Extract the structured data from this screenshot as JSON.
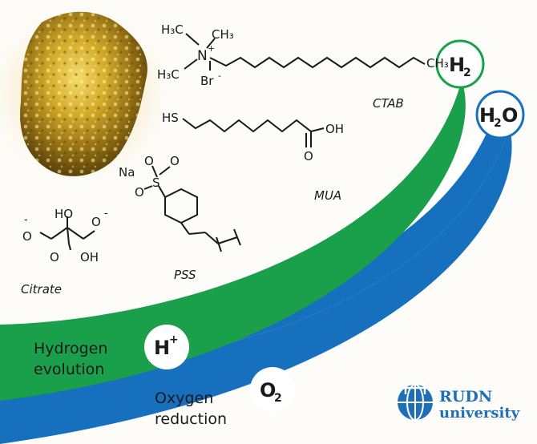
{
  "molecules": {
    "ctab": {
      "label": "CTAB",
      "h3c_top": "H₃C",
      "ch3_top": "CH₃",
      "h3c_left": "H₃C",
      "n_plus": "N",
      "plus": "+",
      "br": "Br",
      "minus": "-",
      "ch3_end": "CH₃"
    },
    "mua": {
      "label": "MUA",
      "sh": "HS",
      "oh": "OH",
      "o": "O"
    },
    "pss": {
      "label": "PSS",
      "na": "Na",
      "o1": "O",
      "o2": "O",
      "s": "S",
      "o3": "O"
    },
    "citrate": {
      "label": "Citrate",
      "ho": "HO",
      "oh": "OH",
      "o": "O"
    }
  },
  "ribbons": {
    "green": {
      "line1": "Hydrogen",
      "line2": "evolution",
      "color": "#1aa04a"
    },
    "blue": {
      "line1": "Oxygen",
      "line2": "reduction",
      "color": "#1670bd"
    }
  },
  "badges": {
    "h_plus": {
      "main": "H",
      "sup": "+"
    },
    "o2": {
      "main": "O",
      "sub": "2"
    },
    "h2": {
      "main": "H",
      "sub": "2"
    },
    "h2o": {
      "main": "H",
      "sub": "2",
      "tail": "O"
    }
  },
  "logo": {
    "line1": "RUDN",
    "line2": "university",
    "color": "#1f6fb8"
  }
}
